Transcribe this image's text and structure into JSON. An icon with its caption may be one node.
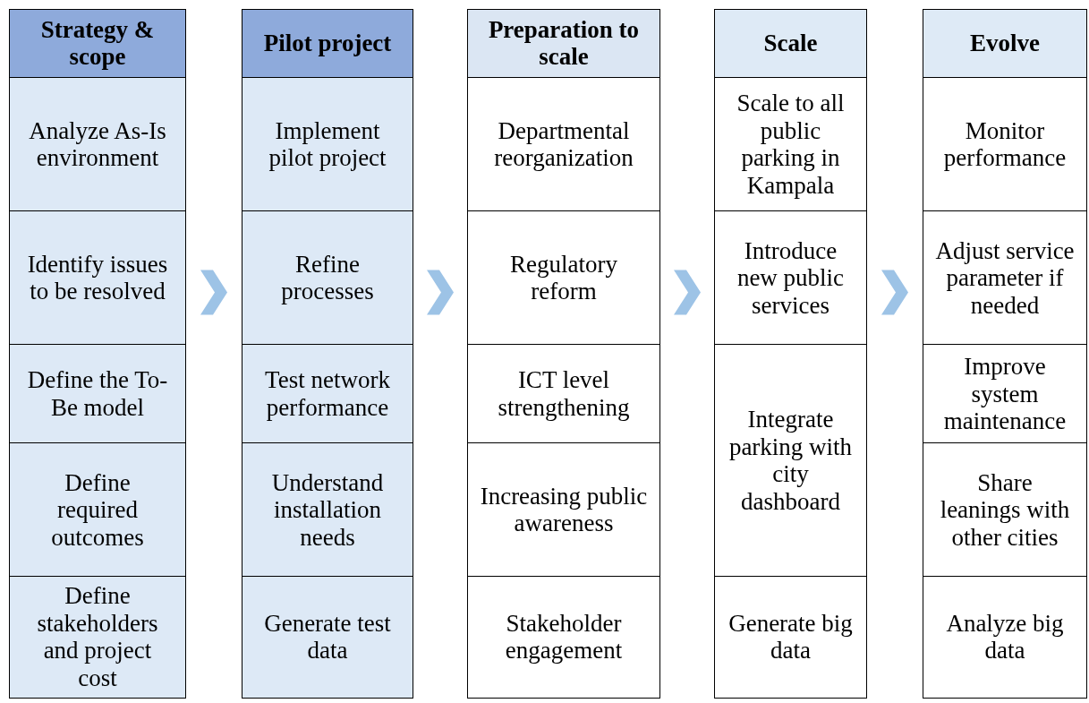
{
  "diagram": {
    "nodes": [
      {
        "text": [
          "Strategy & scope"
        ]
      },
      {
        "text": [
          "Analyze As-Is environment"
        ]
      },
      {
        "text": [
          "Identify issues to be resolved"
        ]
      },
      {
        "text": [
          "Define the To-Be model"
        ]
      },
      {
        "text": [
          "Define required outcomes"
        ]
      },
      {
        "text": [
          "Define stakeholders and project cost"
        ]
      },
      {
        "text": [
          "Pilot project"
        ]
      },
      {
        "text": [
          "Implement pilot project"
        ]
      },
      {
        "text": [
          "Refine processes"
        ]
      },
      {
        "text": [
          "Test network performance"
        ]
      },
      {
        "text": [
          "Understand installation needs"
        ]
      },
      {
        "text": [
          "Generate test data"
        ]
      },
      {
        "text": [
          "Preparation to scale"
        ]
      },
      {
        "text": [
          "Departmental reorganization"
        ]
      },
      {
        "text": [
          "Regulatory reform"
        ]
      },
      {
        "text": [
          "ICT level strengthening"
        ]
      },
      {
        "text": [
          "Increasing public awareness"
        ]
      },
      {
        "text": [
          "Stakeholder engagement"
        ]
      },
      {
        "text": [
          "Scale"
        ]
      },
      {
        "text": [
          "Scale to all public parking in Kampala"
        ]
      },
      {
        "text": [
          "Introduce new public services"
        ]
      },
      {
        "text": [
          "Integrate parking with city dashboard"
        ]
      },
      {
        "text": [
          "Generate big data"
        ]
      },
      {
        "text": [
          "Evolve"
        ]
      },
      {
        "text": [
          "Monitor performance"
        ]
      },
      {
        "text": [
          "Adjust service parameter if needed"
        ]
      },
      {
        "text": [
          "Improve system maintenance"
        ]
      },
      {
        "text": [
          "Share leanings with other cities"
        ]
      },
      {
        "text": [
          "Analyze big data"
        ]
      }
    ],
    "edges": [
      {
        "from": 2,
        "to": 8,
        "arrow": "to"
      },
      {
        "from": 8,
        "to": 14,
        "arrow": "to"
      },
      {
        "from": 14,
        "to": 20,
        "arrow": "to"
      },
      {
        "from": 20,
        "to": 25,
        "arrow": "to"
      }
    ]
  }
}
